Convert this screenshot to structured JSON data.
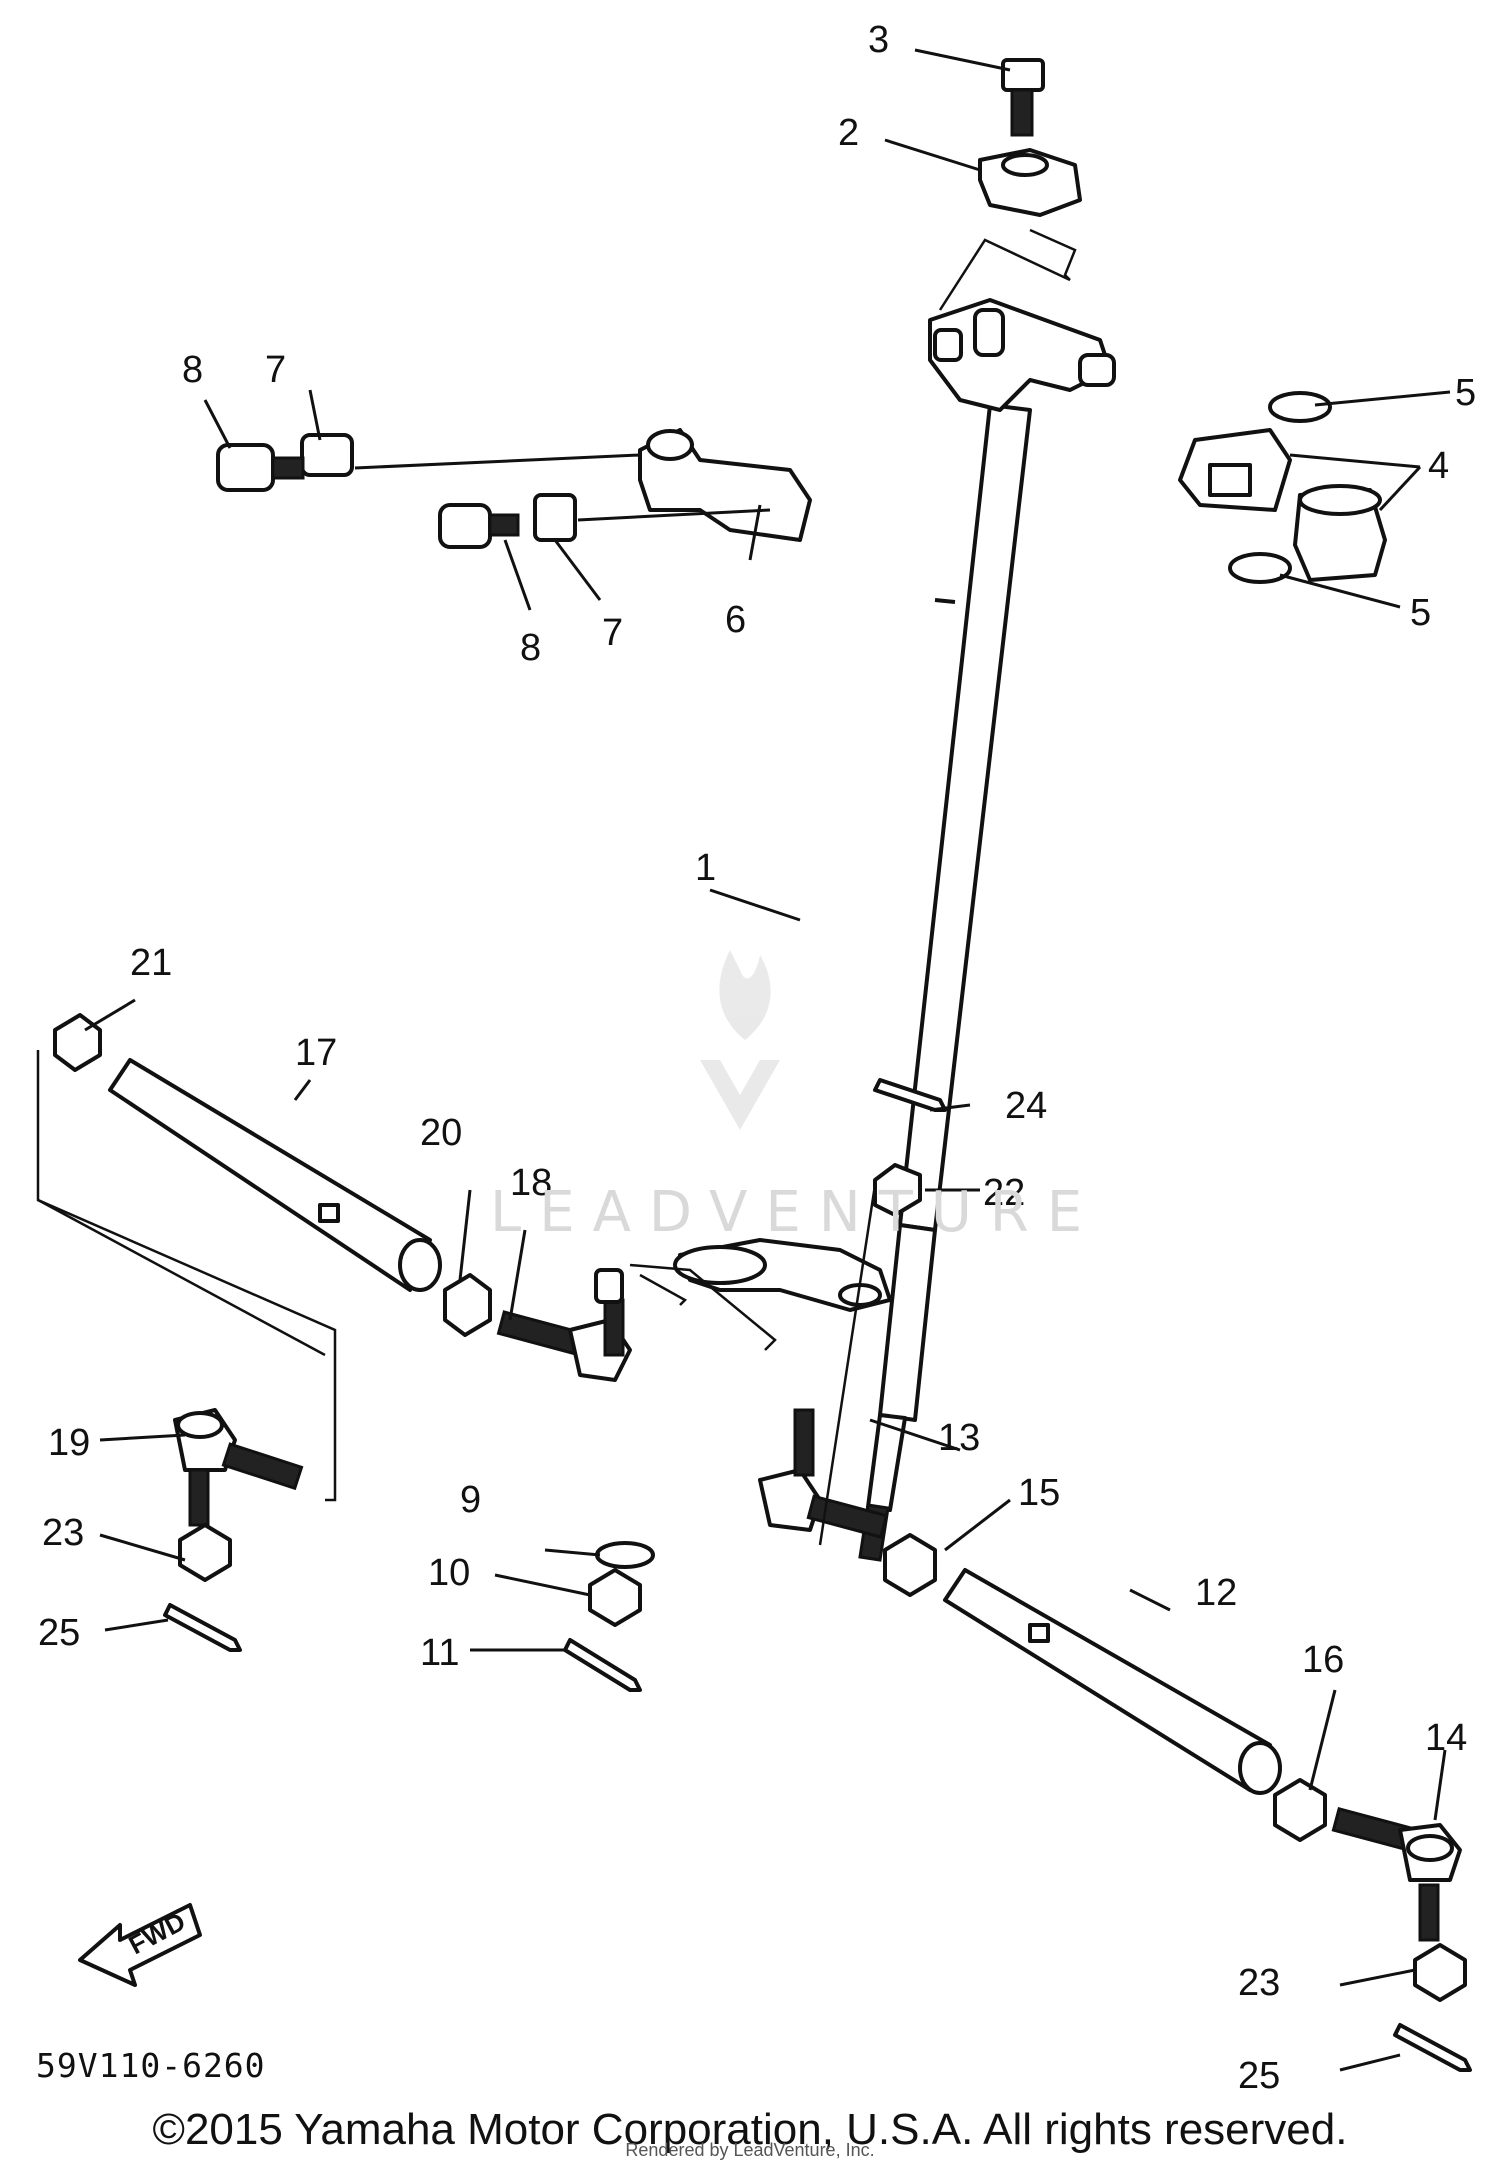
{
  "diagram": {
    "code": "59V110-6260",
    "fwd_label": "FWD",
    "copyright": "©2015 Yamaha Motor Corporation, U.S.A. All rights reserved.",
    "rendered_by": "Rendered by LeadVenture, Inc.",
    "watermark": "LEADVENTURE",
    "callouts": [
      "1",
      "2",
      "3",
      "4",
      "5",
      "5",
      "6",
      "7",
      "7",
      "8",
      "8",
      "9",
      "10",
      "11",
      "12",
      "13",
      "14",
      "15",
      "16",
      "17",
      "18",
      "19",
      "20",
      "21",
      "22",
      "23",
      "23",
      "24",
      "25",
      "25"
    ]
  }
}
